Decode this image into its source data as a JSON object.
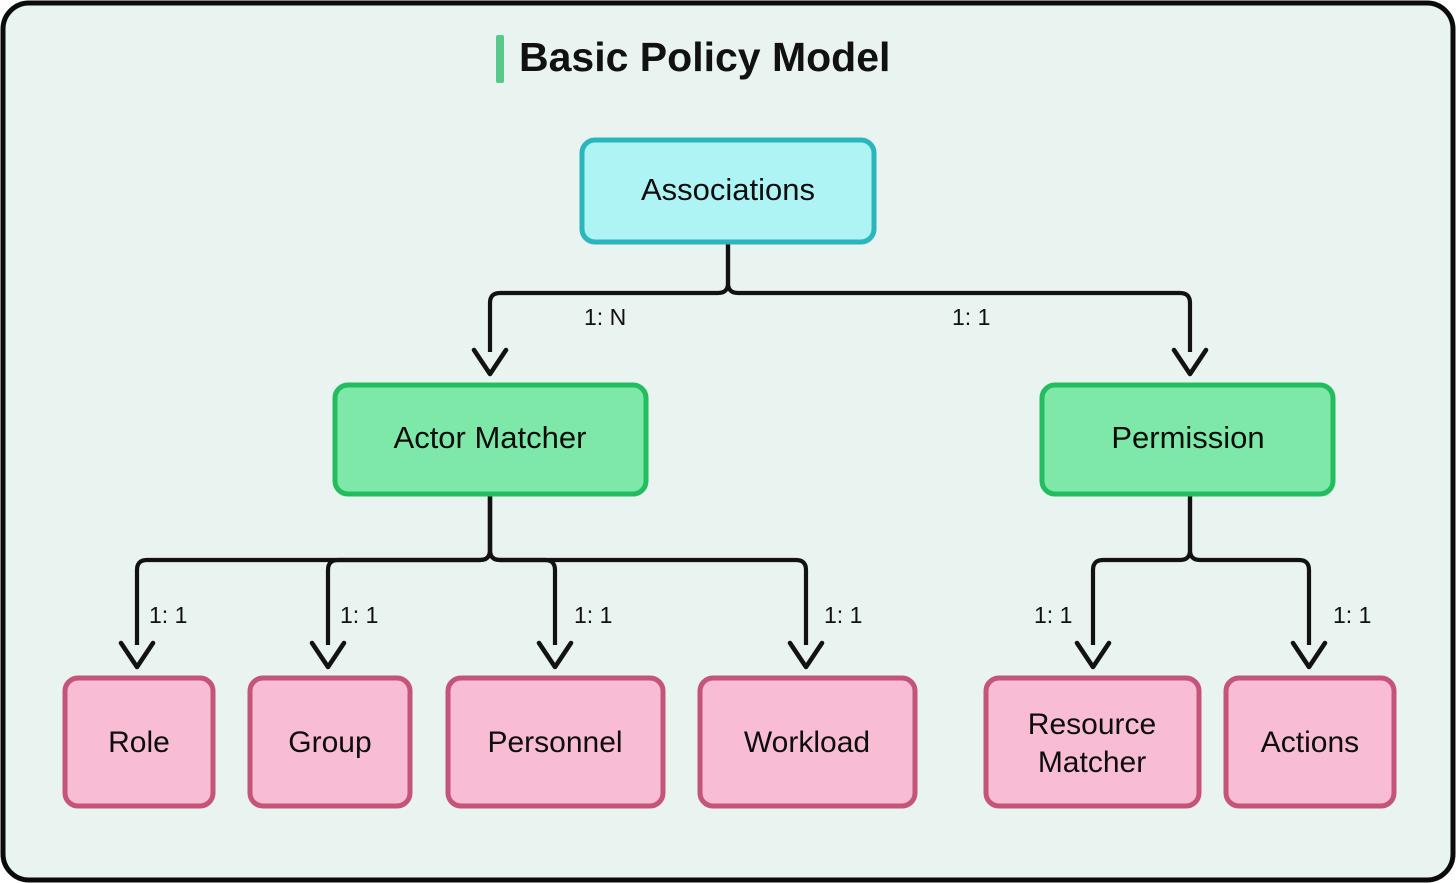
{
  "title": "Basic Policy Model",
  "colors": {
    "background": "#e9f3ef",
    "frame_border": "#0b0b0b",
    "title_accent": "#57c98a",
    "cyan_fill": "#aff4f4",
    "cyan_border": "#2bb5bd",
    "green_fill": "#7ee8a8",
    "green_border": "#23bd5f",
    "pink_fill": "#f9bcd5",
    "pink_border": "#c4547a",
    "edge": "#121212",
    "text": "#0d0d0d"
  },
  "nodes": {
    "associations": {
      "label": "Associations",
      "type": "cyan"
    },
    "actor_matcher": {
      "label": "Actor Matcher",
      "type": "green"
    },
    "permission": {
      "label": "Permission",
      "type": "green"
    },
    "role": {
      "label": "Role",
      "type": "pink"
    },
    "group": {
      "label": "Group",
      "type": "pink"
    },
    "personnel": {
      "label": "Personnel",
      "type": "pink"
    },
    "workload": {
      "label": "Workload",
      "type": "pink"
    },
    "resource_matcher": {
      "label_line1": "Resource",
      "label_line2": "Matcher",
      "type": "pink"
    },
    "actions": {
      "label": "Actions",
      "type": "pink"
    }
  },
  "edges": [
    {
      "from": "associations",
      "to": "actor_matcher",
      "label": "1: N"
    },
    {
      "from": "associations",
      "to": "permission",
      "label": "1: 1"
    },
    {
      "from": "actor_matcher",
      "to": "role",
      "label": "1: 1"
    },
    {
      "from": "actor_matcher",
      "to": "group",
      "label": "1: 1"
    },
    {
      "from": "actor_matcher",
      "to": "personnel",
      "label": "1: 1"
    },
    {
      "from": "actor_matcher",
      "to": "workload",
      "label": "1: 1"
    },
    {
      "from": "permission",
      "to": "resource_matcher",
      "label": "1: 1"
    },
    {
      "from": "permission",
      "to": "actions",
      "label": "1: 1"
    }
  ]
}
